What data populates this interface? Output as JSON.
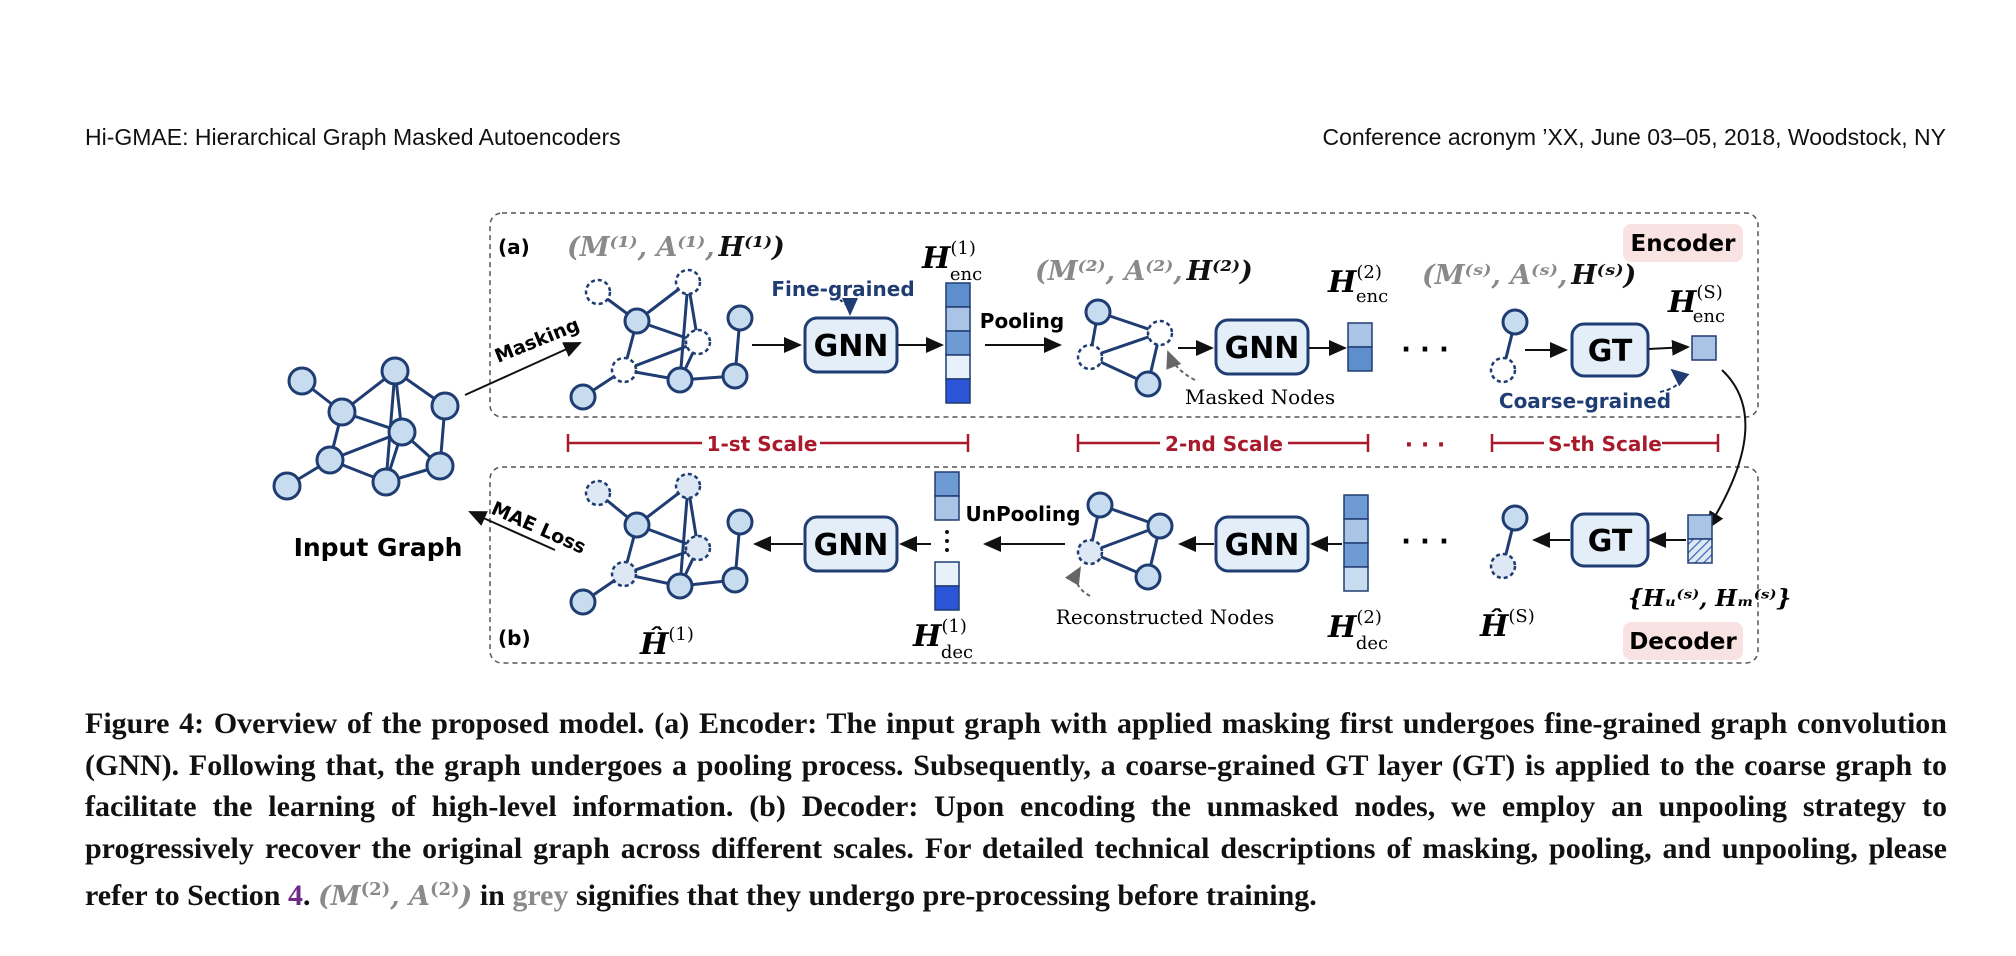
{
  "header": {
    "left": "Hi-GMAE: Hierarchical Graph Masked Autoencoders",
    "right": "Conference acronym ’XX, June 03–05, 2018, Woodstock, NY"
  },
  "figure": {
    "panel_a_label": "(a)",
    "panel_b_label": "(b)",
    "encoder_badge": "Encoder",
    "decoder_badge": "Decoder",
    "input_graph_label": "Input Graph",
    "masking_label": "Masking",
    "mae_loss_label": "MAE Loss",
    "fine_grained_label": "Fine-grained",
    "coarse_grained_label": "Coarse-grained",
    "pooling_label": "Pooling",
    "unpooling_label": "UnPooling",
    "masked_nodes_label": "Masked Nodes",
    "reconstructed_nodes_label": "Reconstructed Nodes",
    "gnn_label": "GNN",
    "gt_label": "GT",
    "ellipsis": "· · ·",
    "scale_1": "1-st Scale",
    "scale_2": "2-nd Scale",
    "scale_s": "S-th Scale",
    "math": {
      "m1_tuple_grey": "(M⁽¹⁾, A⁽¹⁾,",
      "m1_tuple_black": "H⁽¹⁾)",
      "m2_tuple_grey": "(M⁽²⁾, A⁽²⁾,",
      "m2_tuple_black": "H⁽²⁾)",
      "ms_tuple_grey": "(M⁽ˢ⁾, A⁽ˢ⁾,",
      "ms_tuple_black": "H⁽ˢ⁾)",
      "h_enc_1": "H",
      "h_enc_1_sup": "(1)",
      "h_enc_1_sub": "enc",
      "h_enc_2": "H",
      "h_enc_2_sup": "(2)",
      "h_enc_2_sub": "enc",
      "h_enc_s": "H",
      "h_enc_s_sup": "(S)",
      "h_enc_s_sub": "enc",
      "h_dec_1": "H",
      "h_dec_1_sup": "(1)",
      "h_dec_1_sub": "dec",
      "h_dec_2": "H",
      "h_dec_2_sup": "(2)",
      "h_dec_2_sub": "dec",
      "h_hat_1": "Ĥ",
      "h_hat_1_sup": "(1)",
      "h_hat_s": "Ĥ",
      "h_hat_s_sup": "(S)",
      "hu_hm": "{Hᵤ⁽ˢ⁾, Hₘ⁽ˢ⁾}"
    },
    "colors": {
      "node_fill": "#c8dcef",
      "node_stroke": "#1f3d72",
      "edge": "#1f3d72",
      "scale_red": "#a8192b",
      "badge_bg": "#f9e2e2",
      "fine_blue": "#1f3d72",
      "grey_math": "#8a8a8a"
    }
  },
  "caption": {
    "main": "Figure 4: Overview of the proposed model. (a) Encoder: The input graph with applied masking first undergoes fine-grained graph convolution (GNN). Following that, the graph undergoes a pooling process. Subsequently, a coarse-grained GT layer (GT) is applied to the coarse graph to facilitate the learning of high-level information. (b) Decoder: Upon encoding the unmasked nodes, we employ an unpooling strategy to progressively recover the original graph across different scales. For detailed technical descriptions of masking, pooling, and unpooling, please refer to Section",
    "section_ref": "4",
    "after_ref": ".",
    "math_m": "M",
    "math_sup2": "(2)",
    "math_a": "A",
    "in_word": "in",
    "grey_word": "grey",
    "tail": "signifies that they undergo pre-processing before training."
  }
}
